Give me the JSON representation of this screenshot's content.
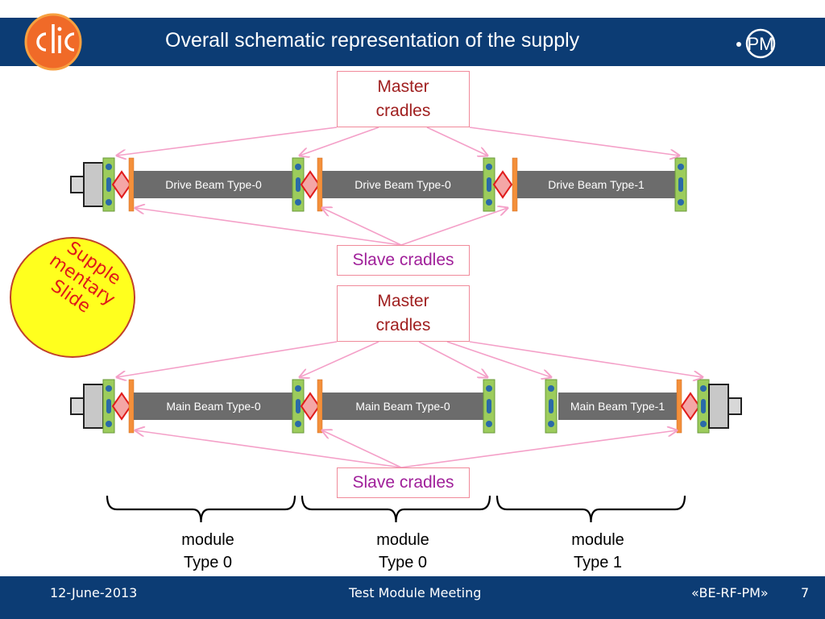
{
  "header": {
    "title": "Overall schematic representation of the supply"
  },
  "logos": {
    "left": "CLIC",
    "right": "PM"
  },
  "top_section": {
    "master_box": "Master\ncradles",
    "slave_box": "Slave cradles",
    "beams": [
      "Drive Beam Type-0",
      "Drive Beam Type-0",
      "Drive Beam Type-1"
    ]
  },
  "bottom_section": {
    "master_box": "Master\ncradles",
    "slave_box": "Slave cradles",
    "beams": [
      "Main Beam Type-0",
      "Main Beam Type-0",
      "Main Beam Type-1"
    ]
  },
  "stamp": {
    "text": "Supple\nmentary\nSlide"
  },
  "modules": [
    "module\nType 0",
    "module\nType 0",
    "module\nType 1"
  ],
  "footer": {
    "date": "12-June-2013",
    "meeting": "Test Module Meeting",
    "group": "«BE-RF-PM»",
    "page": "7"
  },
  "colors": {
    "header_bg": "#0c3c74",
    "beam": "#6c6c6c",
    "cradle": "#9ccc5c",
    "bolt": "#2a6aa8",
    "flange": "#f4903a",
    "coupler_fill": "#f4a6a6",
    "coupler_stroke": "#e01c1c",
    "arrow": "#f4a0c8",
    "stamp_fill": "#ffff1e",
    "stamp_text": "#e01818"
  }
}
